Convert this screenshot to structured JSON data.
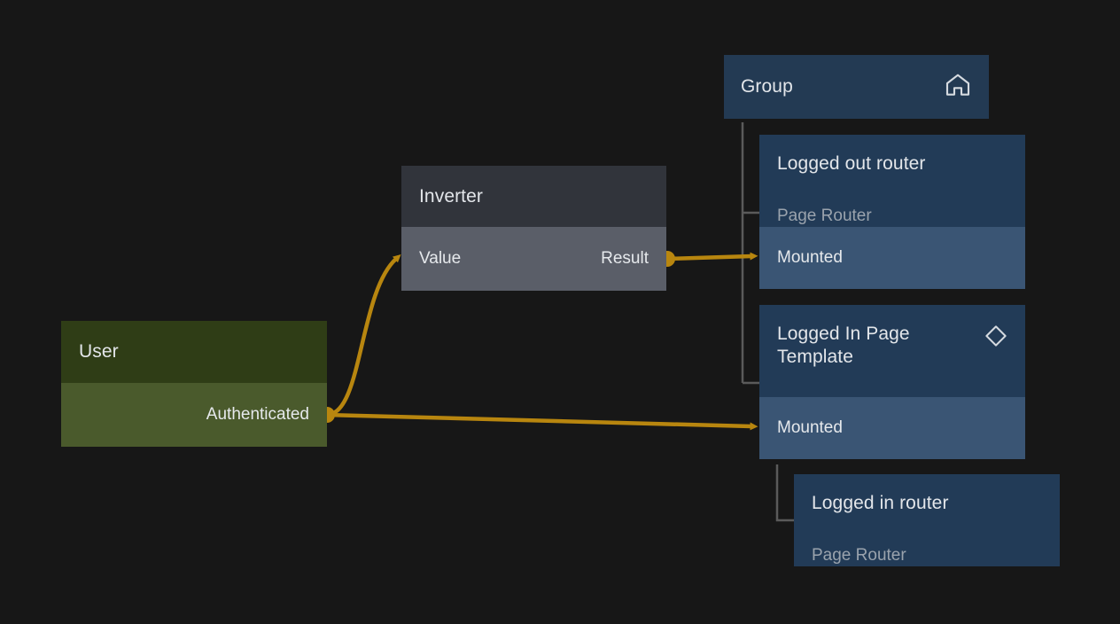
{
  "canvas": {
    "background": "#171717",
    "wire_color": "#b8860f",
    "tree_line_color": "#5a5a5a"
  },
  "nodes": {
    "group": {
      "title": "Group",
      "icon": "home-icon",
      "header_color": "#233a53"
    },
    "logged_out_router": {
      "title": "Logged out router",
      "subtitle": "Page Router",
      "header_color": "#223b57",
      "port_color": "#3a5574",
      "ports": [
        {
          "label": "Mounted",
          "kind": "input"
        }
      ]
    },
    "logged_in_page_template": {
      "title": "Logged In Page Template",
      "icon": "diamond-icon",
      "header_color": "#223b57",
      "port_color": "#3a5574",
      "ports": [
        {
          "label": "Mounted",
          "kind": "input"
        }
      ]
    },
    "logged_in_router": {
      "title": "Logged in router",
      "subtitle": "Page Router",
      "header_color": "#223b57"
    },
    "inverter": {
      "title": "Inverter",
      "header_color": "#31343b",
      "port_color": "#5a5e68",
      "input_label": "Value",
      "output_label": "Result"
    },
    "user": {
      "title": "User",
      "header_color": "#2f3d16",
      "port_color": "#4a5a2c",
      "output_label": "Authenticated"
    }
  }
}
